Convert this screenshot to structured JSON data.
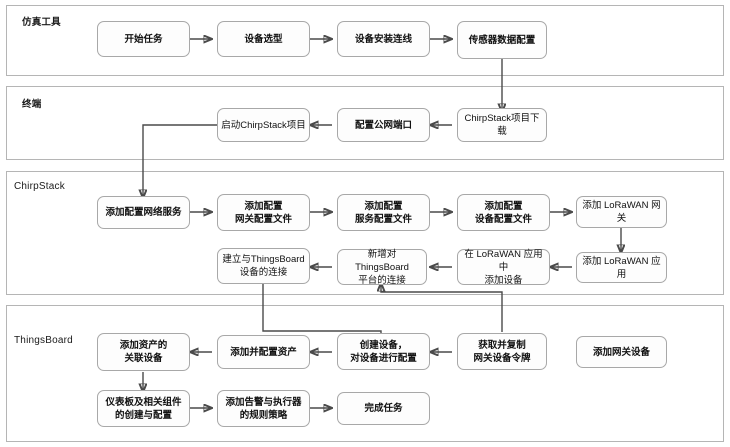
{
  "diagram": {
    "title_note": "IoT platform configuration workflow swimlane flowchart",
    "panels": [
      {
        "id": "sim",
        "label": "仿真工具"
      },
      {
        "id": "term",
        "label": "终端"
      },
      {
        "id": "chirp",
        "label": "ChirpStack"
      },
      {
        "id": "tb",
        "label": "ThingsBoard"
      }
    ],
    "nodes": {
      "n1": "开始任务",
      "n2": "设备选型",
      "n3": "设备安装连线",
      "n4": "传感器数据配置",
      "n5": "ChirpStack项目下载",
      "n6": "配置公网端口",
      "n7": "启动ChirpStack项目",
      "n8": "添加配置网络服务",
      "n9": "添加配置\n网关配置文件",
      "n10": "添加配置\n服务配置文件",
      "n11": "添加配置\n设备配置文件",
      "n12": "添加 LoRaWAN 网关",
      "n13": "添加 LoRaWAN 应用",
      "n14": "在 LoRaWAN 应用中\n添加设备",
      "n15": "新增对ThingsBoard\n平台的连接",
      "n16": "建立与ThingsBoard\n设备的连接",
      "n17": "添加网关设备",
      "n18": "获取并复制\n网关设备令牌",
      "n19": "创建设备，\n对设备进行配置",
      "n20": "添加并配置资产",
      "n21": "添加资产的\n关联设备",
      "n22": "仪表板及相关组件\n的创建与配置",
      "n23": "添加告警与执行器\n的规则策略",
      "n24": "完成任务"
    },
    "colors": {
      "panel_border": "#b5b5b5",
      "node_border": "#a8a8a8",
      "node_fill": "#fdfdfd",
      "wire": "#4a4a4a",
      "text": "#111111",
      "background": "#ffffff"
    }
  }
}
